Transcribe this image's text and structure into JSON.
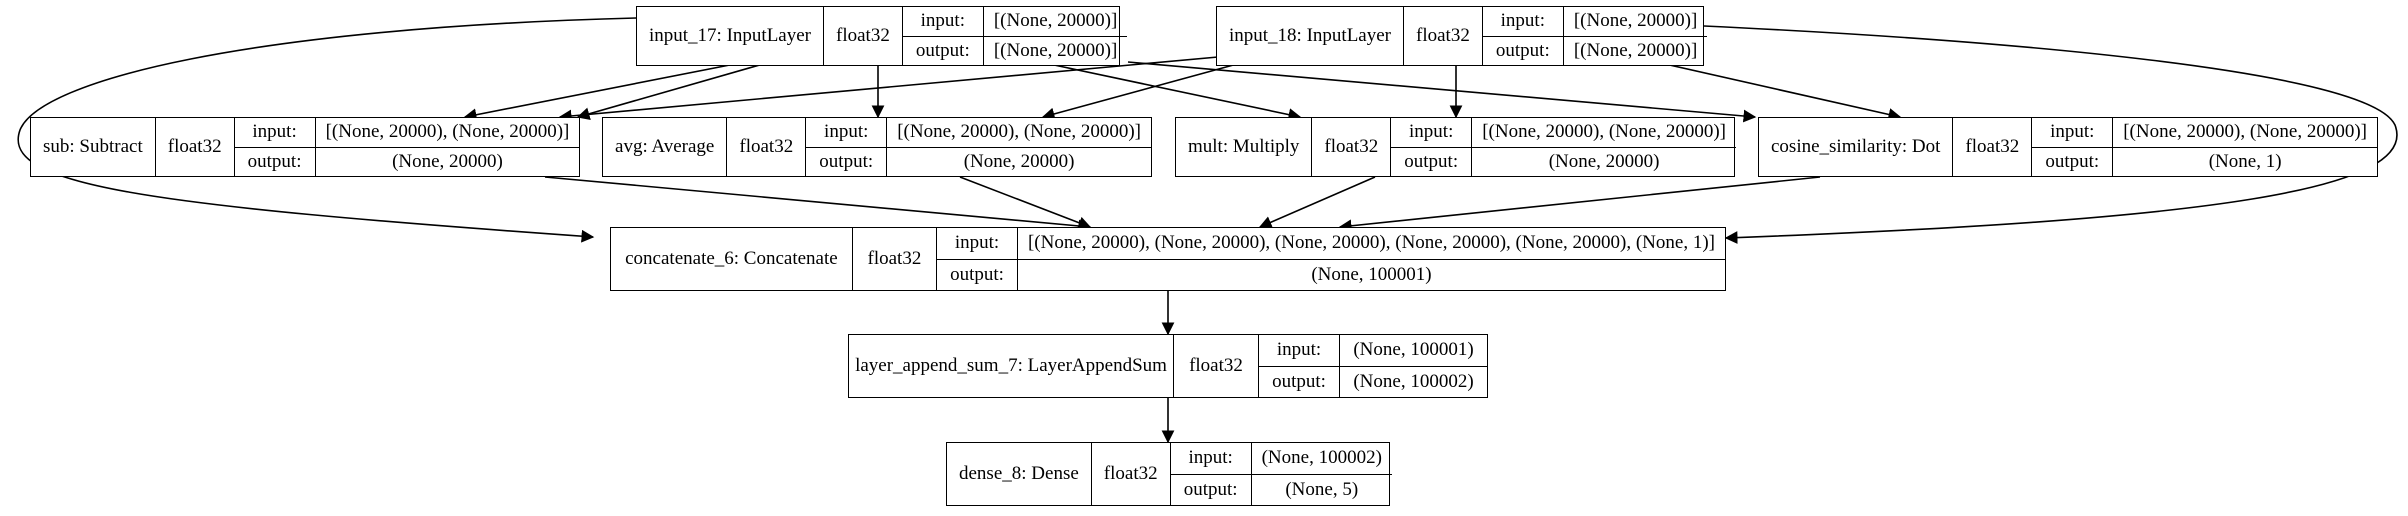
{
  "nodes": [
    {
      "id": "input_17",
      "label": "input_17: InputLayer",
      "dtype": "float32",
      "input_key": "input:",
      "input_val": "[(None, 20000)]",
      "output_key": "output:",
      "output_val": "[(None, 20000)]"
    },
    {
      "id": "input_18",
      "label": "input_18: InputLayer",
      "dtype": "float32",
      "input_key": "input:",
      "input_val": "[(None, 20000)]",
      "output_key": "output:",
      "output_val": "[(None, 20000)]"
    },
    {
      "id": "sub",
      "label": "sub: Subtract",
      "dtype": "float32",
      "input_key": "input:",
      "input_val": "[(None, 20000), (None, 20000)]",
      "output_key": "output:",
      "output_val": "(None, 20000)"
    },
    {
      "id": "avg",
      "label": "avg: Average",
      "dtype": "float32",
      "input_key": "input:",
      "input_val": "[(None, 20000), (None, 20000)]",
      "output_key": "output:",
      "output_val": "(None, 20000)"
    },
    {
      "id": "mult",
      "label": "mult: Multiply",
      "dtype": "float32",
      "input_key": "input:",
      "input_val": "[(None, 20000), (None, 20000)]",
      "output_key": "output:",
      "output_val": "(None, 20000)"
    },
    {
      "id": "cosine",
      "label": "cosine_similarity: Dot",
      "dtype": "float32",
      "input_key": "input:",
      "input_val": "[(None, 20000), (None, 20000)]",
      "output_key": "output:",
      "output_val": "(None, 1)"
    },
    {
      "id": "concat",
      "label": "concatenate_6: Concatenate",
      "dtype": "float32",
      "input_key": "input:",
      "input_val": "[(None, 20000), (None, 20000), (None, 20000), (None, 20000), (None, 20000), (None, 1)]",
      "output_key": "output:",
      "output_val": "(None, 100001)"
    },
    {
      "id": "append",
      "label": "layer_append_sum_7: LayerAppendSum",
      "dtype": "float32",
      "input_key": "input:",
      "input_val": "(None, 100001)",
      "output_key": "output:",
      "output_val": "(None, 100002)"
    },
    {
      "id": "dense",
      "label": "dense_8: Dense",
      "dtype": "float32",
      "input_key": "input:",
      "input_val": "(None, 100002)",
      "output_key": "output:",
      "output_val": "(None, 5)"
    }
  ]
}
